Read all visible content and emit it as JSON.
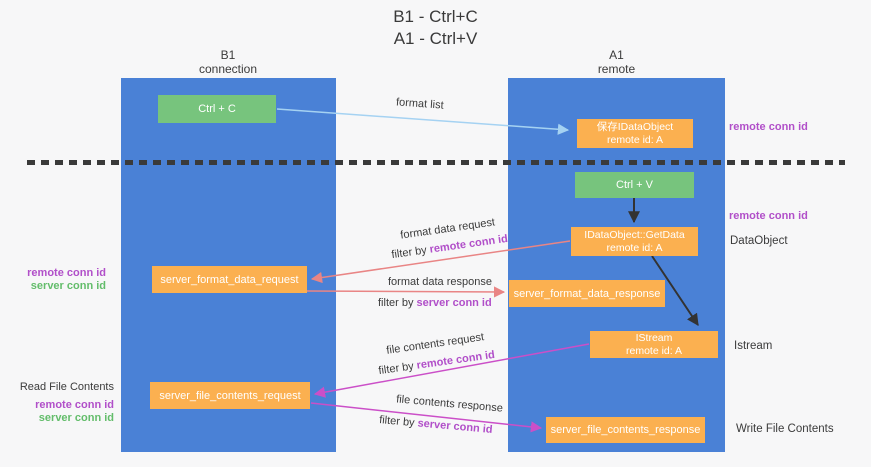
{
  "title": {
    "line1": "B1 - Ctrl+C",
    "line2": "A1 - Ctrl+V"
  },
  "columns": {
    "left": {
      "name": "B1",
      "role": "connection"
    },
    "right": {
      "name": "A1",
      "role": "remote"
    }
  },
  "nodes": {
    "ctrl_c": "Ctrl + C",
    "ctrl_v": "Ctrl + V",
    "saved_dataobject": {
      "line1": "保存IDataObject",
      "line2": "remote id: A"
    },
    "getdata": {
      "line1": "IDataObject::GetData",
      "line2": "remote id: A"
    },
    "istream": {
      "line1": "IStream",
      "line2": "remote id: A"
    },
    "server_format_data_request": "server_format_data_request",
    "server_format_data_response": "server_format_data_response",
    "server_file_contents_request": "server_file_contents_request",
    "server_file_contents_response": "server_file_contents_response"
  },
  "edge_labels": {
    "format_list": "format list",
    "format_data_request": "format data request",
    "format_data_response": "format data response",
    "file_contents_request": "file contents request",
    "file_contents_response": "file contents response",
    "filter_by": "filter by ",
    "remote_conn_id": "remote conn id",
    "server_conn_id": "server conn id"
  },
  "side_labels": {
    "right_remote_conn_top": "remote conn id",
    "right_remote_conn_mid": "remote conn id",
    "dataobject": "DataObject",
    "istream": "Istream",
    "write_file_contents": "Write File Contents",
    "read_file_contents": "Read File Contents",
    "left_remote_conn_mid": "remote conn id",
    "left_server_conn_mid": "server conn id",
    "left_remote_conn_bottom": "remote conn id",
    "left_server_conn_bottom": "server conn id"
  },
  "colors": {
    "lane": "#4a81d6",
    "green-box": "#77c47d",
    "orange-box": "#fbb050",
    "purple-text": "#b14fc9",
    "green-text": "#63bd6b",
    "salmon-arrow": "#e98585",
    "magenta-arrow": "#cb4fc8",
    "lightblue-arrow": "#a5d2f2",
    "dark-text": "#3b3b3b",
    "dash-line": "#3a3a3a",
    "page-bg": "#f7f7f8"
  }
}
